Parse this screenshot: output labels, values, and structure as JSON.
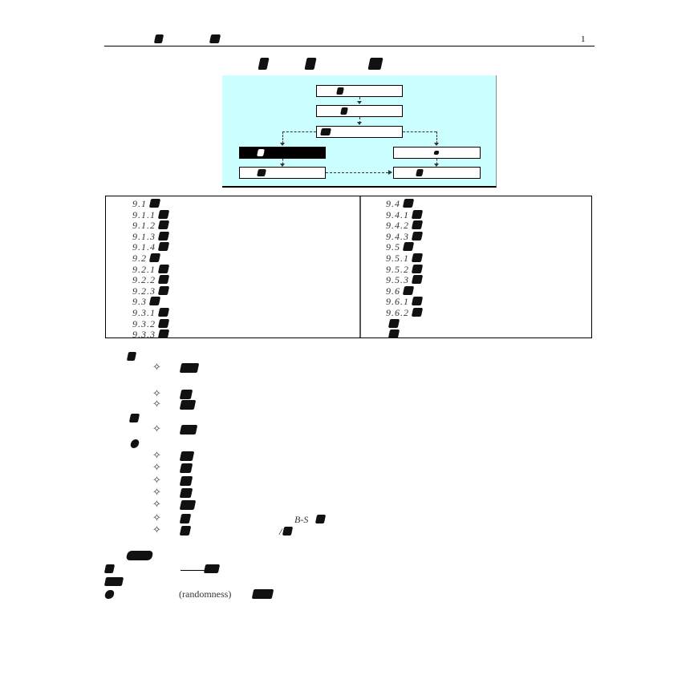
{
  "header": {
    "page_number": "1"
  },
  "toc": {
    "left": [
      {
        "num": "9.1"
      },
      {
        "num": "9.1.1"
      },
      {
        "num": "9.1.2"
      },
      {
        "num": "9.1.3"
      },
      {
        "num": "9.1.4"
      },
      {
        "num": "9.2"
      },
      {
        "num": "9.2.1"
      },
      {
        "num": "9.2.2"
      },
      {
        "num": "9.2.3"
      },
      {
        "num": "9.3"
      },
      {
        "num": "9.3.1"
      },
      {
        "num": "9.3.2"
      },
      {
        "num": "9.3.3"
      }
    ],
    "right": [
      {
        "num": "9.4"
      },
      {
        "num": "9.4.1"
      },
      {
        "num": "9.4.2"
      },
      {
        "num": "9.4.3"
      },
      {
        "num": "9.5"
      },
      {
        "num": "9.5.1"
      },
      {
        "num": "9.5.2"
      },
      {
        "num": "9.5.3"
      },
      {
        "num": "9.6"
      },
      {
        "num": "9.6.1"
      },
      {
        "num": "9.6.2"
      },
      {
        "num": ""
      },
      {
        "num": ""
      }
    ]
  },
  "body": {
    "bullet_glyph": "✧",
    "bs_label": "B-S",
    "slash": "/",
    "randomness": "(randomness)"
  }
}
